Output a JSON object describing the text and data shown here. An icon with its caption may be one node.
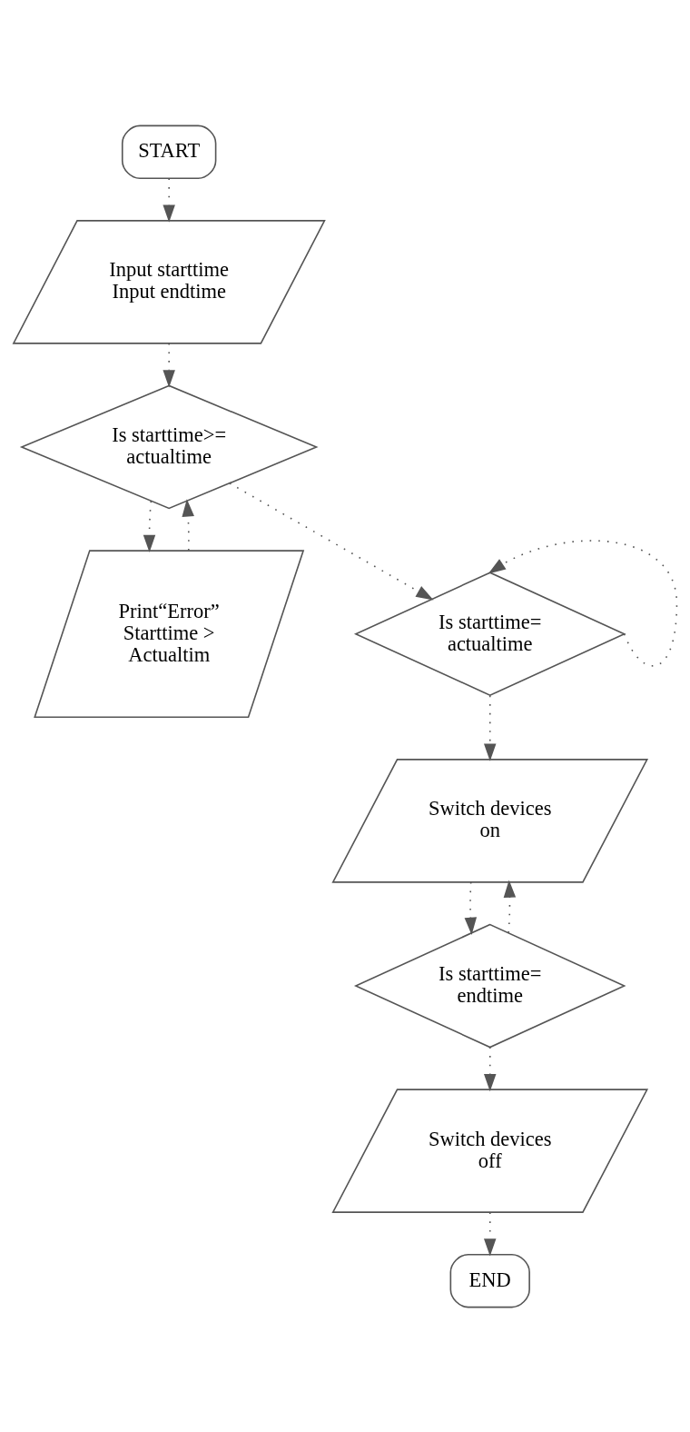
{
  "diagram": {
    "nodes": [
      {
        "text": [
          "START"
        ]
      },
      {
        "text": [
          "Input starttime Input endtime"
        ]
      },
      {
        "text": [
          "Is starttime>= actualtime"
        ]
      },
      {
        "text": [
          "Print“Error” Starttime > Actualtim"
        ]
      },
      {
        "text": [
          "Is starttime= actualtime"
        ]
      },
      {
        "text": [
          "Switch devices on"
        ]
      },
      {
        "text": [
          "Is starttime= endtime"
        ]
      },
      {
        "text": [
          "Switch devices off"
        ]
      },
      {
        "text": [
          "END"
        ]
      }
    ],
    "edges": [
      {
        "from": 0,
        "to": 1,
        "arrow": "to"
      },
      {
        "from": 1,
        "to": 2,
        "arrow": "to"
      },
      {
        "from": 2,
        "to": 3,
        "arrow": "to"
      },
      {
        "from": 3,
        "to": 2,
        "arrow": "to"
      },
      {
        "from": 2,
        "to": 4,
        "arrow": "to"
      },
      {
        "from": 4,
        "to": 4,
        "arrow": "to"
      },
      {
        "from": 4,
        "to": 5,
        "arrow": "to"
      },
      {
        "from": 5,
        "to": 6,
        "arrow": "to"
      },
      {
        "from": 6,
        "to": 5,
        "arrow": "to"
      },
      {
        "from": 6,
        "to": 7,
        "arrow": "to"
      },
      {
        "from": 7,
        "to": 8,
        "arrow": "to"
      }
    ]
  }
}
